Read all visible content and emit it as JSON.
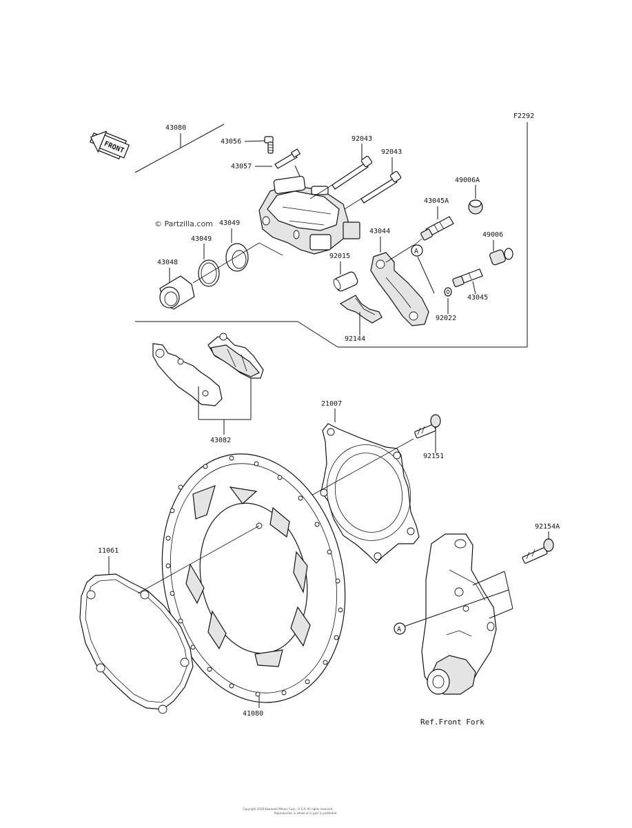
{
  "diagram_code": "F2292",
  "watermark": "© Partzilla.com",
  "front_arrow": "FRONT",
  "ref_note": "Ref.Front Fork",
  "footer_line1": "Copyright 2018 Kawasaki Motors Corp., U.S.A. All rights reserved.",
  "footer_line2": "Reproduction in whole or in part is prohibited.",
  "callout_a": "A",
  "parts": {
    "p43080": "43080",
    "p43056": "43056",
    "p43057": "43057",
    "p92043a": "92043",
    "p92043b": "92043",
    "p49006a": "49006A",
    "p43045a": "43045A",
    "p43044": "43044",
    "p49006": "49006",
    "p43049a": "43049",
    "p43049b": "43049",
    "p43048": "43048",
    "p92015": "92015",
    "p43045": "43045",
    "p92022": "92022",
    "p92144": "92144",
    "p43082": "43082",
    "p21007": "21007",
    "p92151": "92151",
    "p92154a": "92154A",
    "p11061": "11061",
    "p41080": "41080"
  }
}
